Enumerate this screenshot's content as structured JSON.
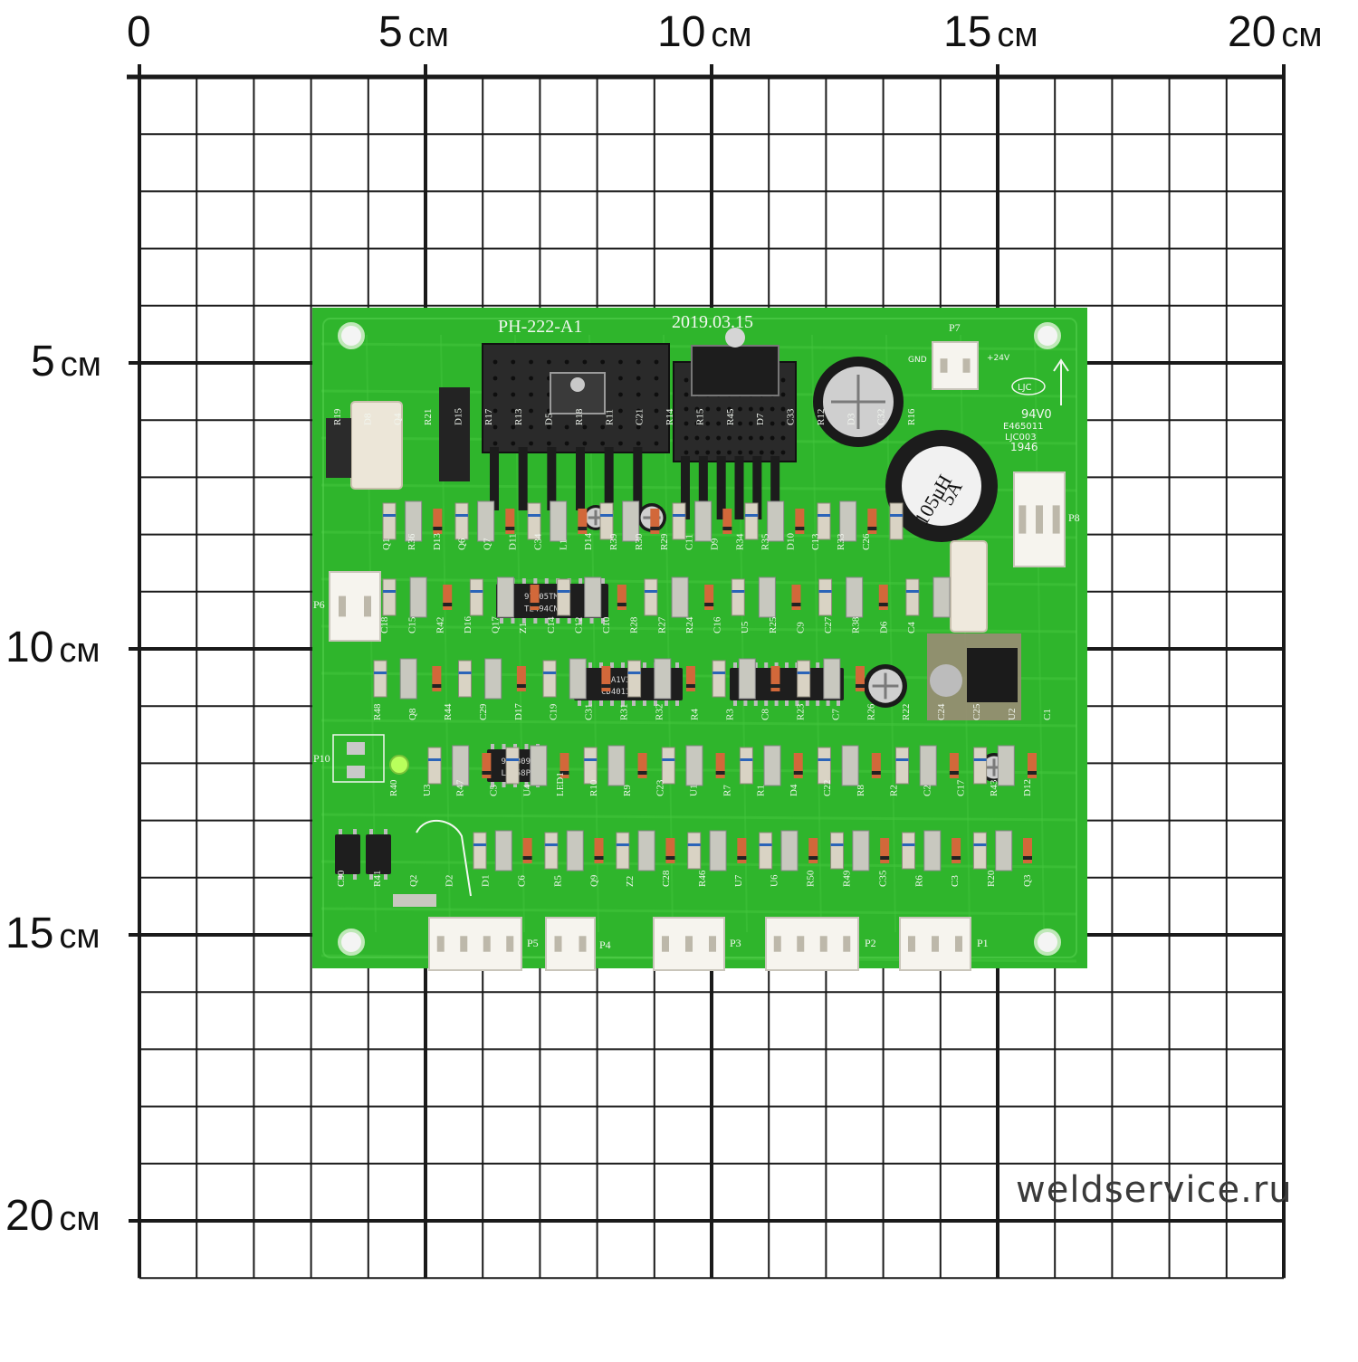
{
  "axis": {
    "unit": "см",
    "x_ticks": [
      "0",
      "5",
      "10",
      "15",
      "20"
    ],
    "y_ticks": [
      "5",
      "10",
      "15",
      "20"
    ]
  },
  "board": {
    "model_label": "PH-222-A1",
    "date_label": "2019.03.15",
    "color": "#2fb52c",
    "inductor_label_1": "105uH",
    "inductor_label_2": "5A",
    "cert_label": "94V0",
    "cert_code_1": "E465011",
    "cert_code_2": "LJC003",
    "cert_code_3": "1946",
    "ljc_badge": "LJC",
    "p7_gnd": "GND",
    "p7_plus": "+24V",
    "ic_u5_line1": "97A05TM",
    "ic_u5_line2": "TL494CN",
    "ic_u2_line1": "94A1V3M",
    "ic_u2_line2": "CD4013BE",
    "ic_u1_line1": "96A809M",
    "ic_u1_line2": "LM358P",
    "connectors": [
      "P1",
      "P2",
      "P3",
      "P4",
      "P5",
      "P6",
      "P7",
      "P8",
      "P10"
    ],
    "ref_labels": [
      "Q1",
      "R36",
      "D13",
      "Q6",
      "Q7",
      "D11",
      "C34",
      "L1",
      "D14",
      "R39",
      "R30",
      "R29",
      "C11",
      "D9",
      "R34",
      "R35",
      "D10",
      "C13",
      "R33",
      "C26",
      "C18",
      "C15",
      "R42",
      "D16",
      "Q17",
      "Z1",
      "C14",
      "C12",
      "C10",
      "R28",
      "R27",
      "R24",
      "C16",
      "U5",
      "R25",
      "C9",
      "C27",
      "R38",
      "D6",
      "C4",
      "R48",
      "Q8",
      "R44",
      "C29",
      "D17",
      "C19",
      "C31",
      "R31",
      "R32",
      "R4",
      "R3",
      "C8",
      "R23",
      "C7",
      "R26",
      "R22",
      "C24",
      "C25",
      "U2",
      "C1",
      "R40",
      "U3",
      "R47",
      "C5",
      "U4",
      "LED1",
      "R10",
      "R9",
      "C23",
      "U1",
      "R7",
      "R1",
      "D4",
      "C22",
      "R8",
      "R2",
      "C2",
      "C17",
      "R43",
      "D12",
      "C30",
      "R41",
      "Q2",
      "D2",
      "D1",
      "C6",
      "R5",
      "Q9",
      "Z2",
      "C28",
      "R46",
      "U7",
      "U6",
      "R50",
      "R49",
      "C35",
      "R6",
      "C3",
      "R20",
      "Q3",
      "R19",
      "D8",
      "Q4",
      "R21",
      "D15",
      "R17",
      "R13",
      "D5",
      "R18",
      "R11",
      "C21",
      "R14",
      "R15",
      "R45",
      "D7",
      "C33",
      "R12",
      "D3",
      "C32",
      "R16"
    ]
  },
  "watermark": "weldservice.ru"
}
